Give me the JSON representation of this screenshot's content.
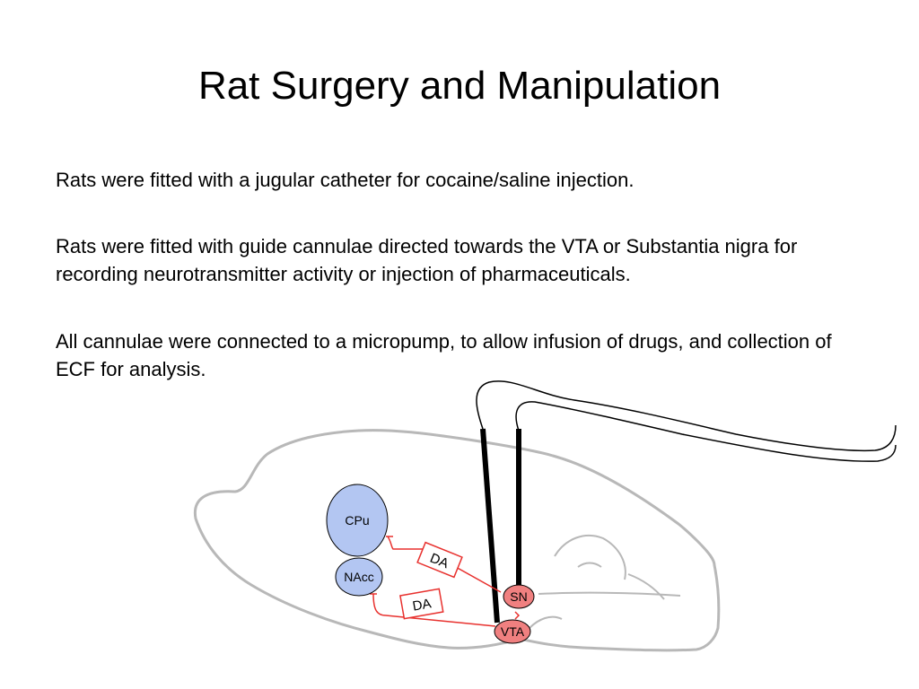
{
  "slide": {
    "title": "Rat Surgery and Manipulation",
    "paragraphs": [
      "Rats were fitted with a jugular catheter for cocaine/saline injection.",
      "Rats were fitted with guide cannulae directed towards the VTA or Substantia nigra for recording neurotransmitter activity or injection of pharmaceuticals.",
      "All cannulae were connected to a micropump, to allow infusion of drugs, and collection of ECF for analysis."
    ]
  },
  "diagram": {
    "regions": {
      "cpu": "CPu",
      "nacc": "NAcc",
      "sn": "SN",
      "vta": "VTA"
    },
    "pathway_labels": {
      "upper": "DA",
      "lower": "DA"
    },
    "colors": {
      "striatum_fill": "#b3c6f2",
      "midbrain_fill": "#f08080",
      "pathway": "#e8312e",
      "brain_outline": "#b8b8b8",
      "cannula": "#000000"
    }
  }
}
